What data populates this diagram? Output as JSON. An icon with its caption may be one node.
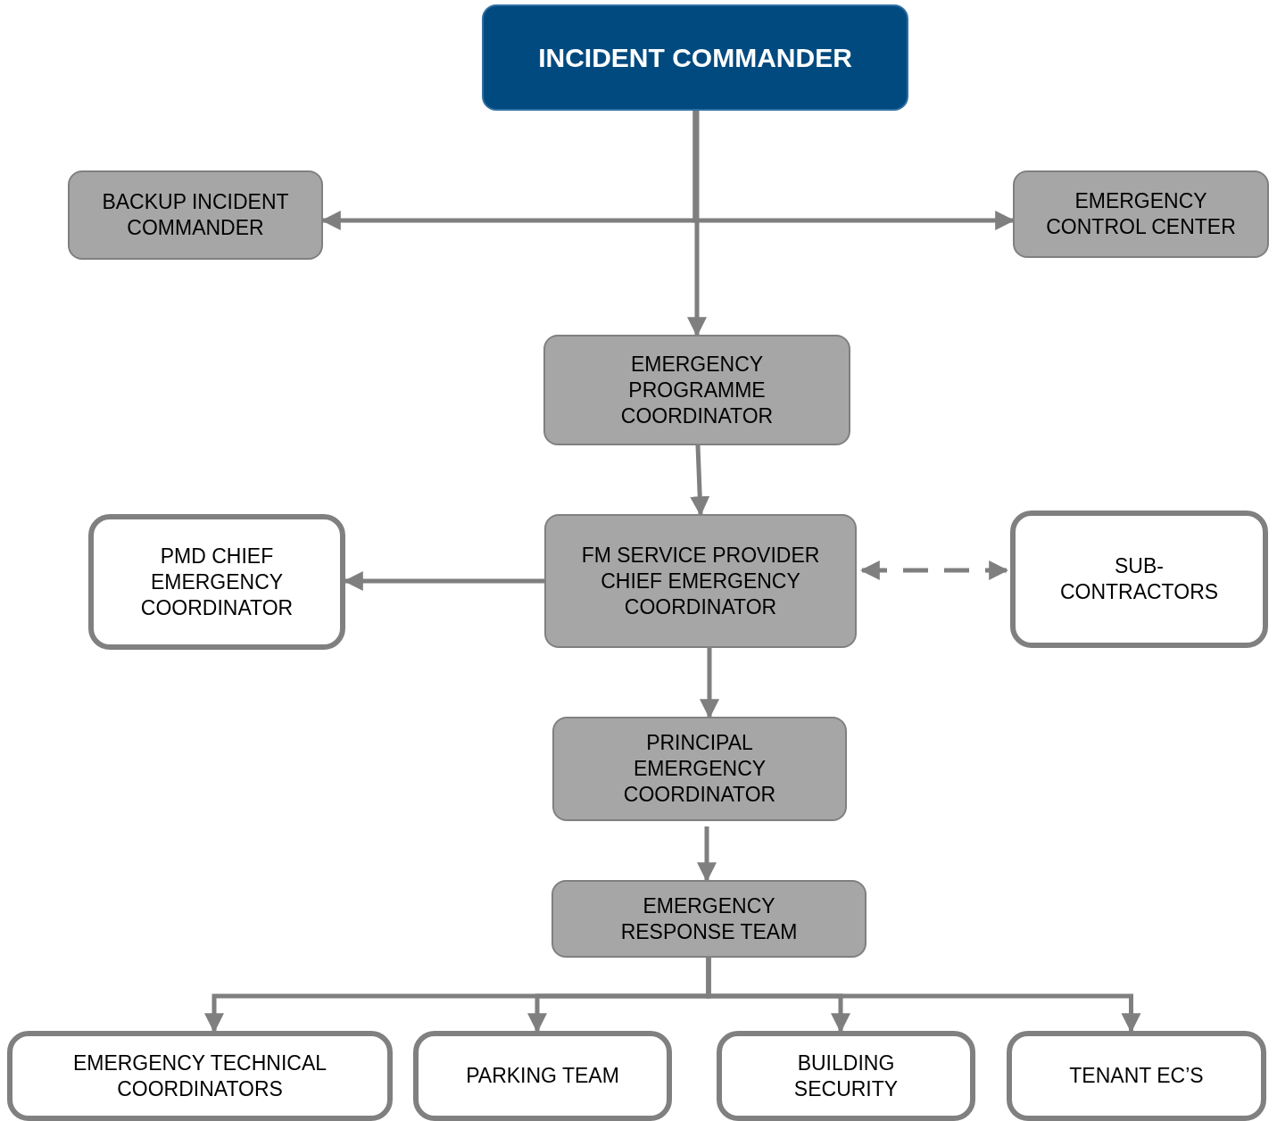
{
  "diagram": {
    "nodes": [
      {
        "text": [
          "INCIDENT COMMANDER"
        ]
      },
      {
        "text": [
          "BACKUP INCIDENT COMMANDER"
        ]
      },
      {
        "text": [
          "EMERGENCY CONTROL CENTER"
        ]
      },
      {
        "text": [
          "EMERGENCY PROGRAMME COORDINATOR"
        ]
      },
      {
        "text": [
          "PMD CHIEF EMERGENCY COORDINATOR"
        ]
      },
      {
        "text": [
          "FM SERVICE PROVIDER CHIEF EMERGENCY COORDINATOR"
        ]
      },
      {
        "text": [
          "SUB- CONTRACTORS"
        ]
      },
      {
        "text": [
          "PRINCIPAL EMERGENCY COORDINATOR"
        ]
      },
      {
        "text": [
          "EMERGENCY RESPONSE TEAM"
        ]
      },
      {
        "text": [
          "EMERGENCY TECHNICAL COORDINATORS"
        ]
      },
      {
        "text": [
          "PARKING TEAM"
        ]
      },
      {
        "text": [
          "BUILDING SECURITY"
        ]
      },
      {
        "text": [
          "TENANT EC’S"
        ]
      }
    ],
    "edges": [
      {
        "from": 0,
        "to": 1,
        "arrow": "to"
      },
      {
        "from": 0,
        "to": 2,
        "arrow": "to"
      },
      {
        "from": 0,
        "to": 3,
        "arrow": "to"
      },
      {
        "from": 3,
        "to": 5,
        "arrow": "to"
      },
      {
        "from": 5,
        "to": 4,
        "arrow": "to"
      },
      {
        "from": 5,
        "to": 6,
        "arrow": "both",
        "style": "dashed"
      },
      {
        "from": 5,
        "to": 7,
        "arrow": "to"
      },
      {
        "from": 7,
        "to": 8,
        "arrow": "to"
      },
      {
        "from": 8,
        "to": 9,
        "arrow": "to"
      },
      {
        "from": 8,
        "to": 10,
        "arrow": "to"
      },
      {
        "from": 8,
        "to": 11,
        "arrow": "to"
      },
      {
        "from": 8,
        "to": 12,
        "arrow": "to"
      }
    ]
  }
}
